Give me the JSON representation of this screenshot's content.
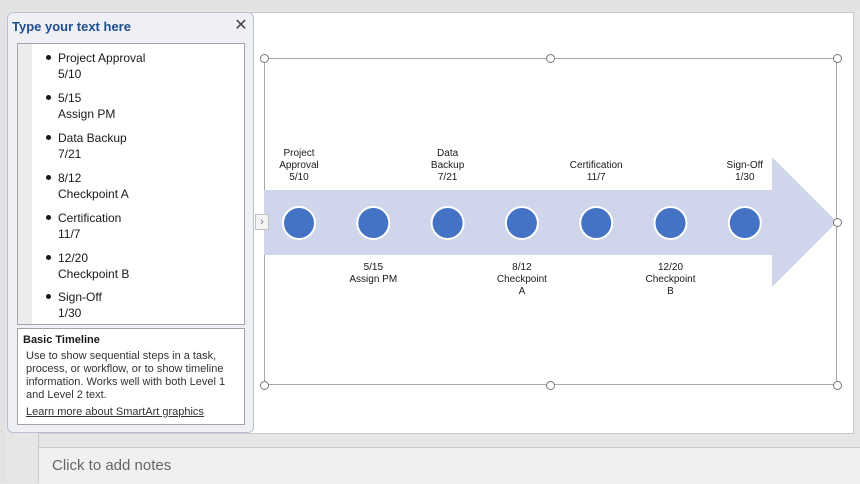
{
  "text_pane": {
    "title": "Type your text here",
    "close_glyph": "✕",
    "items": [
      {
        "primary": "Project Approval",
        "secondary": "5/10"
      },
      {
        "primary": "5/15",
        "secondary": "Assign PM"
      },
      {
        "primary": "Data Backup",
        "secondary": "7/21"
      },
      {
        "primary": "8/12",
        "secondary": "Checkpoint A"
      },
      {
        "primary": "Certification",
        "secondary": "11/7"
      },
      {
        "primary": "12/20",
        "secondary": "Checkpoint B"
      },
      {
        "primary": "Sign-Off",
        "secondary": "1/30"
      }
    ],
    "description": {
      "title": "Basic Timeline",
      "body": "Use to show sequential steps in a task, process, or workflow, or to show timeline information. Works well with both Level 1 and Level 2 text.",
      "link": "Learn more about SmartArt graphics"
    },
    "toggle_glyph": "›"
  },
  "timeline": {
    "arrow_color": "#cfd5ea",
    "dot_color": "#4472c4",
    "events": [
      {
        "position": "above",
        "lines": [
          "Project",
          "Approval",
          "5/10"
        ]
      },
      {
        "position": "below",
        "lines": [
          "5/15",
          "Assign PM"
        ]
      },
      {
        "position": "above",
        "lines": [
          "Data",
          "Backup",
          "7/21"
        ]
      },
      {
        "position": "below",
        "lines": [
          "8/12",
          "Checkpoint",
          "A"
        ]
      },
      {
        "position": "above",
        "lines": [
          "Certification",
          "11/7"
        ]
      },
      {
        "position": "below",
        "lines": [
          "12/20",
          "Checkpoint",
          "B"
        ]
      },
      {
        "position": "above",
        "lines": [
          "Sign-Off",
          "1/30"
        ]
      }
    ]
  },
  "notes": {
    "placeholder": "Click to add notes"
  },
  "colors": {
    "pane_title": "#1f4e8c",
    "slide_bg": "#ffffff",
    "workspace_bg": "#e6e6e6"
  }
}
